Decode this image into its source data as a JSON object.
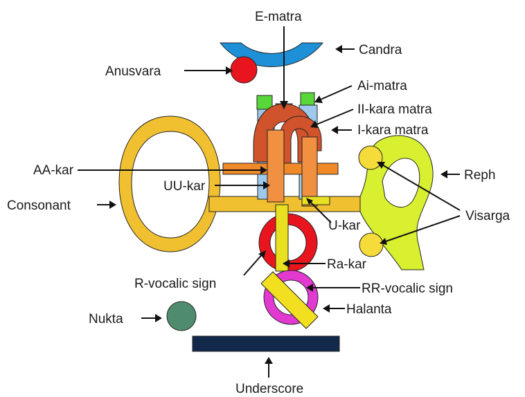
{
  "labels": {
    "e_matra": "E-matra",
    "candra": "Candra",
    "anusvara": "Anusvara",
    "ai_matra": "Ai-matra",
    "ii_kara_matra": "II-kara matra",
    "i_kara_matra": "I-kara matra",
    "aa_kar": "AA-kar",
    "reph": "Reph",
    "uu_kar": "UU-kar",
    "consonant": "Consonant",
    "visarga": "Visarga",
    "u_kar": "U-kar",
    "ra_kar": "Ra-kar",
    "r_vocalic_sign": "R-vocalic sign",
    "rr_vocalic_sign": "RR-vocalic sign",
    "halanta": "Halanta",
    "nukta": "Nukta",
    "underscore": "Underscore"
  },
  "colors": {
    "candra": "#1e90d8",
    "anusvara": "#e8141e",
    "ai_matra": "#58d63a",
    "ii_kara": "#9ec9ea",
    "i_kara": "#d0532c",
    "e_matra": "#b8b08a",
    "consonant": "#f0c030",
    "aa_kar": "#f08a28",
    "uu_kar": "#f09040",
    "reph": "#d8f030",
    "visarga": "#f5dc3a",
    "u_kar": "#e8e020",
    "ra_kar": "#e8141e",
    "rr_vocalic": "#e23ad0",
    "halanta": "#f2e020",
    "nukta": "#4f8c6e",
    "underscore": "#13294b"
  }
}
